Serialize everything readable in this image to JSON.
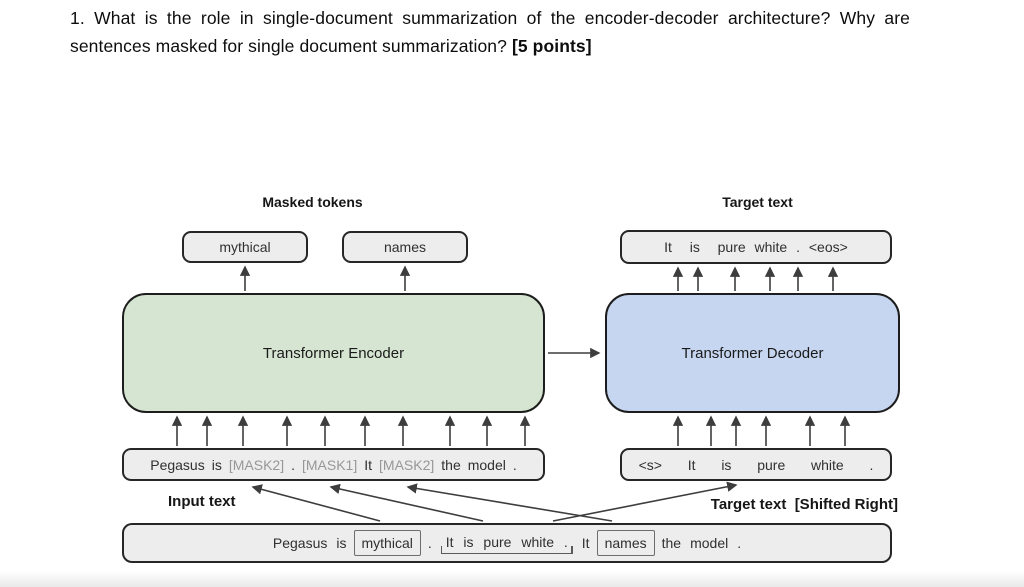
{
  "question": {
    "body": "1. What is the role in single-document summarization of the encoder-decoder architecture? Why are sentences masked for single document summarization? ",
    "points": "[5 points]"
  },
  "diagram": {
    "labels": {
      "masked_tokens": "Masked tokens",
      "target_text": "Target text",
      "input_text": "Input text",
      "target_shifted": "Target text  [Shifted Right]"
    },
    "masked_tokens": [
      "mythical",
      "names"
    ],
    "target_text": "It  is  pure white . <eos>",
    "encoder_label": "Transformer Encoder",
    "decoder_label": "Transformer Decoder",
    "shifted_target": "<s>  It  is  pure  white  .",
    "input_tokens": {
      "w1": "Pegasus",
      "w2": "is",
      "m1": "[MASK2]",
      "p1": ".",
      "m2": "[MASK1]",
      "w3": "It",
      "m3": "[MASK2]",
      "w4": "the",
      "w5": "model",
      "p2": "."
    },
    "original_tokens": {
      "w1": "Pegasus",
      "w2": "is",
      "boxed1": "mythical",
      "p1": ".",
      "seg": "It is pure white .",
      "w3": "It",
      "boxed2": "names",
      "w4": "the",
      "w5": "model",
      "p2": "."
    },
    "colors": {
      "encoder_fill": "#d6e5d1",
      "decoder_fill": "#c6d6f0",
      "token_fill": "#ededed",
      "border": "#262626",
      "arrow": "#3d3d3d",
      "mask_text": "#979797"
    }
  }
}
